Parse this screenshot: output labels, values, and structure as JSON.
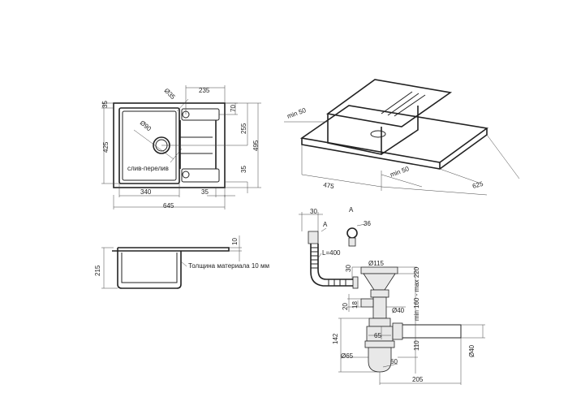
{
  "top_view": {
    "dims": {
      "top_margin": "35",
      "bowl_height": "425",
      "drainer_width": "235",
      "overflow_diameter": "Ø35",
      "hole_offset": "70",
      "overflow_offset": "255",
      "total_height": "495",
      "bottom_margin": "35",
      "drain_diameter": "Ø90",
      "bowl_width": "340",
      "right_margin": "35",
      "total_width": "645"
    },
    "overflow_label": "слив-перелив"
  },
  "iso_view": {
    "dims": {
      "min_left": "min 50",
      "depth": "475",
      "min_right": "min 50",
      "width": "625"
    }
  },
  "side_view": {
    "dims": {
      "rim": "10",
      "depth": "215"
    },
    "note": "Толщина материала 10 мм"
  },
  "siphon": {
    "dims": {
      "hose_width": "30",
      "detail_a1": "A",
      "detail_a2": "A",
      "nut": "36",
      "hose_length": "L=400",
      "overflow_height": "30",
      "strainer": "Ø115",
      "height_range": "min 160 - max 220",
      "inlet_20": "20",
      "inlet_18": "18",
      "pipe_40": "Ø40",
      "trap_65": "65",
      "trap_142": "142",
      "outlet_110": "110",
      "outlet_40": "Ø40",
      "bottle_65": "Ø65",
      "bottom_60": "60",
      "outlet_205": "205"
    }
  }
}
